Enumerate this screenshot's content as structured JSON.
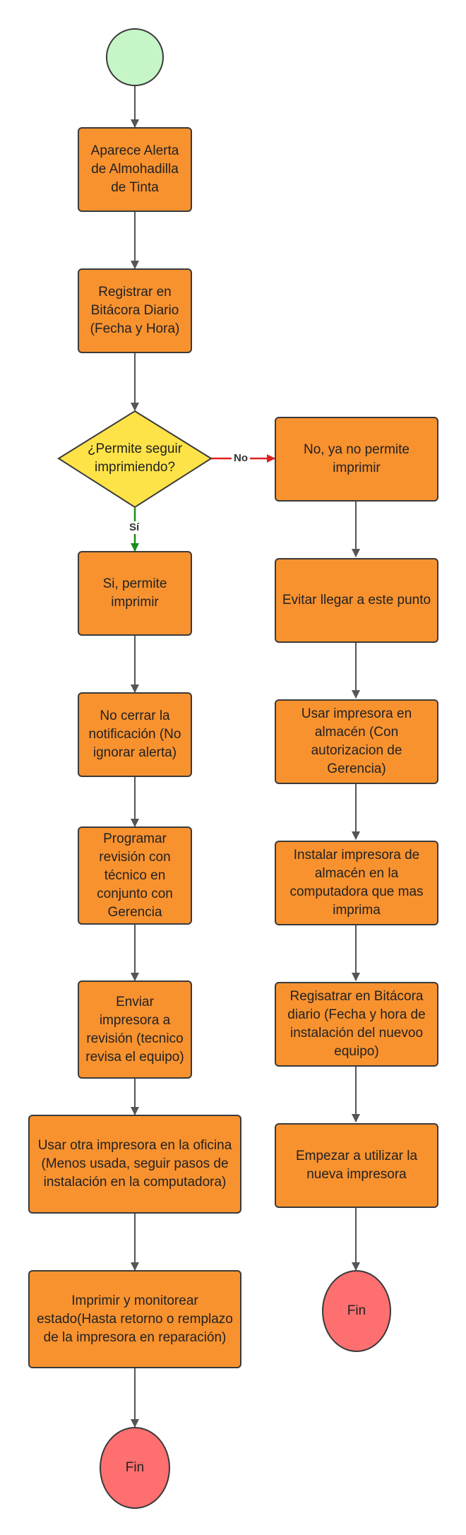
{
  "nodes": {
    "start": "",
    "alerta": "Aparece Alerta de Almohadilla de Tinta",
    "registrar": "Registrar en Bitácora Diario (Fecha y Hora)",
    "decision": "¿Permite seguir imprimiendo?",
    "si_permite": "Si, permite imprimir",
    "no_cerrar": "No cerrar la notificación (No ignorar alerta)",
    "programar": "Programar revisión con técnico en conjunto con Gerencia",
    "enviar": "Enviar impresora a revisión (tecnico revisa el equipo)",
    "usar_otra": "Usar otra impresora en la oficina (Menos usada, seguir pasos de instalación en la computadora)",
    "imprimir_monitorear": "Imprimir y monitorear estado(Hasta retorno o remplazo de la impresora en reparación)",
    "fin_left": "Fin",
    "no_permite": "No, ya no permite imprimir",
    "evitar": "Evitar llegar a este punto",
    "usar_almacen": "Usar impresora en almacén (Con autorizacion de Gerencia)",
    "instalar": "Instalar impresora de almacén en la computadora que mas imprima",
    "registrar_instalacion": "Regisatrar en Bitácora diario (Fecha y hora de instalación del nuevoo equipo)",
    "empezar": "Empezar a utilizar la nueva impresora",
    "fin_right": "Fin"
  },
  "edge_labels": {
    "yes": "Sí",
    "no": "No"
  },
  "colors": {
    "process_fill": "#f8922f",
    "start_fill": "#c6f5c8",
    "end_fill": "#fe6f70",
    "decision_fill": "#fde347",
    "yes_arrow": "#1a8c1a",
    "no_arrow": "#e02020",
    "arrow": "#555555"
  }
}
